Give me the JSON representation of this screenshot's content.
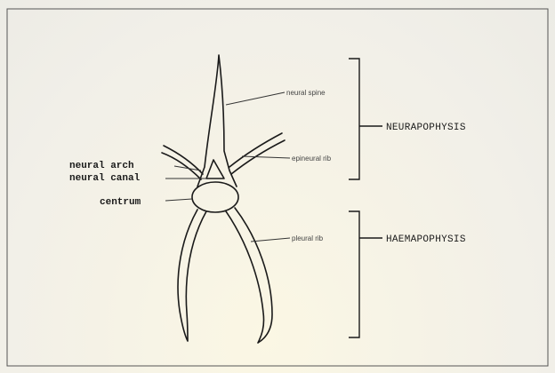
{
  "labels": {
    "neural_spine": "neural spine",
    "epineural_rib": "epineural rib",
    "pleural_rib": "pleural rib",
    "neural_arch": "neural arch",
    "neural_canal": "neural canal",
    "centrum": "centrum",
    "neurapophysis": "NEURAPOPHYSIS",
    "haemapophysis": "HAEMAPOPHYSIS"
  },
  "colors": {
    "ink": "#1a1a1a",
    "paper": "#f3f1ea"
  }
}
